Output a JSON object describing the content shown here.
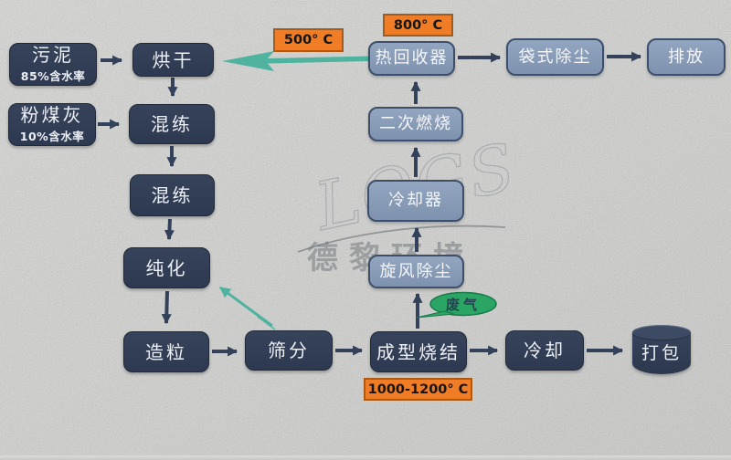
{
  "diagram": {
    "type": "flowchart",
    "background_color": "#e9eae8",
    "watermark": {
      "script_text": "LOGS",
      "company_text": "德黎环境"
    }
  },
  "colors": {
    "node_dark": "#303c51",
    "node_light": "#8498b4",
    "node_border_light": "#3d4f6b",
    "label_orange": "#f07d25",
    "label_orange_border": "#a95a16",
    "arrow_navy": "#33415a",
    "arrow_teal": "#4fb3a0",
    "callout_green": "#2aa564",
    "text_light": "#eef1f6",
    "text_dark": "#151515"
  },
  "nodes": {
    "sludge": {
      "label": "污泥",
      "sub": "85%含水率"
    },
    "fly_ash": {
      "label": "粉煤灰",
      "sub": "10%含水率"
    },
    "drying": {
      "label": "烘干"
    },
    "mixing1": {
      "label": "混练"
    },
    "mixing2": {
      "label": "混练"
    },
    "purification": {
      "label": "纯化"
    },
    "granulation": {
      "label": "造粒"
    },
    "screening": {
      "label": "筛分"
    },
    "sintering": {
      "label": "成型烧结"
    },
    "cooling": {
      "label": "冷却"
    },
    "packing": {
      "label": "打包"
    },
    "heat_recovery": {
      "label": "热回收器"
    },
    "bag_dust": {
      "label": "袋式除尘"
    },
    "discharge": {
      "label": "排放"
    },
    "secondary_combustion": {
      "label": "二次燃烧"
    },
    "cooler": {
      "label": "冷却器"
    },
    "cyclone_dust": {
      "label": "旋风除尘"
    },
    "waste_gas": {
      "label": "废气"
    }
  },
  "labels": {
    "temp_500": "500° C",
    "temp_800": "800° C",
    "temp_sintering": "1000-1200° C"
  },
  "edges": [
    {
      "from": "sludge",
      "to": "drying"
    },
    {
      "from": "fly_ash",
      "to": "mixing1"
    },
    {
      "from": "drying",
      "to": "mixing1"
    },
    {
      "from": "mixing1",
      "to": "mixing2"
    },
    {
      "from": "mixing2",
      "to": "purification"
    },
    {
      "from": "purification",
      "to": "granulation"
    },
    {
      "from": "granulation",
      "to": "screening"
    },
    {
      "from": "screening",
      "to": "sintering"
    },
    {
      "from": "sintering",
      "to": "cooling"
    },
    {
      "from": "cooling",
      "to": "packing"
    },
    {
      "from": "sintering",
      "to": "cyclone_dust",
      "label": "废气"
    },
    {
      "from": "cyclone_dust",
      "to": "cooler"
    },
    {
      "from": "cooler",
      "to": "secondary_combustion"
    },
    {
      "from": "secondary_combustion",
      "to": "heat_recovery"
    },
    {
      "from": "heat_recovery",
      "to": "bag_dust"
    },
    {
      "from": "bag_dust",
      "to": "discharge"
    },
    {
      "from": "heat_recovery",
      "to": "drying",
      "label": "500° C",
      "color": "teal"
    },
    {
      "from": "screening",
      "to": "purification",
      "color": "teal"
    }
  ]
}
